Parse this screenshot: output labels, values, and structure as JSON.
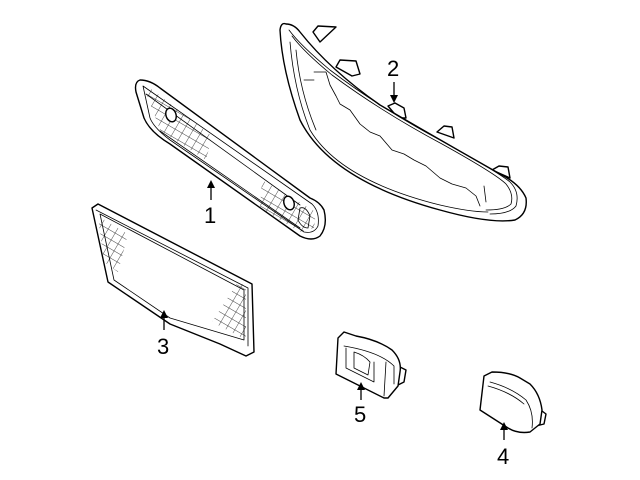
{
  "diagram": {
    "type": "exploded-parts-diagram",
    "background": "#ffffff",
    "line_color": "#000000",
    "parts": [
      {
        "id": "1",
        "callout": "1",
        "description": "lower grille with mesh and fog-light openings"
      },
      {
        "id": "2",
        "callout": "2",
        "description": "upper grille frame with mounting tabs"
      },
      {
        "id": "3",
        "callout": "3",
        "description": "rectangular mesh grille insert"
      },
      {
        "id": "4",
        "callout": "4",
        "description": "cap / end cover"
      },
      {
        "id": "5",
        "callout": "5",
        "description": "bracket / bezel with opening"
      }
    ]
  }
}
